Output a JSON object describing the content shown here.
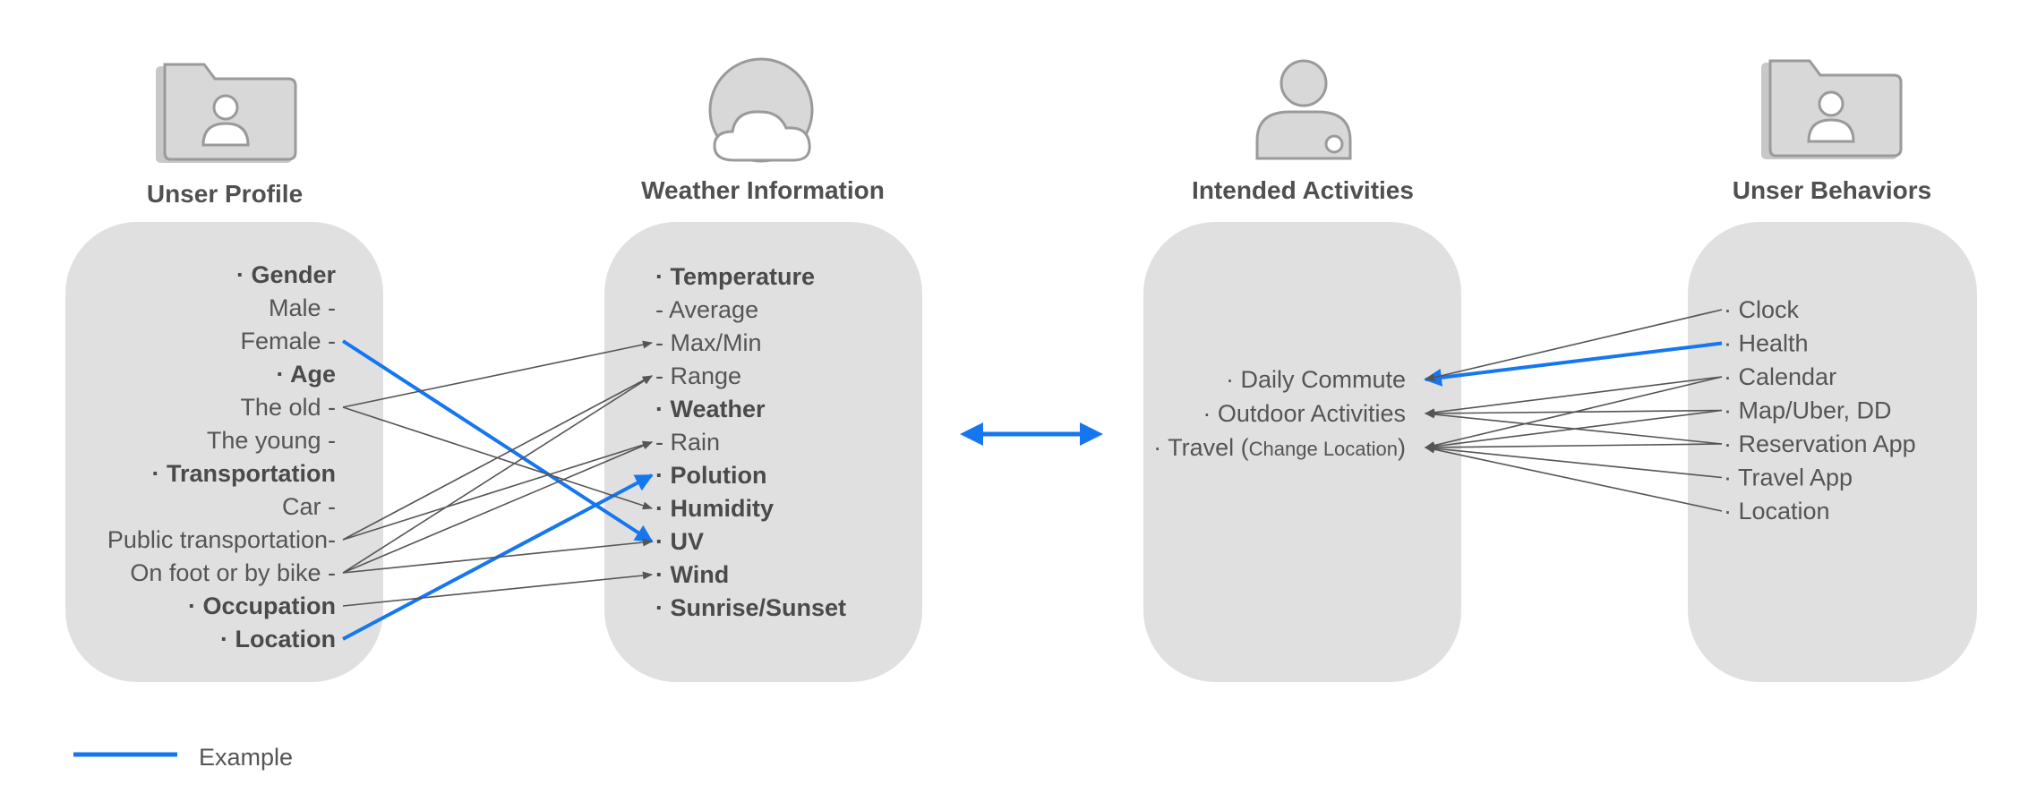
{
  "columns": [
    {
      "id": "user-profile",
      "title": "Unser Profile",
      "icon": "folder-user-icon",
      "items": [
        {
          "id": "gender",
          "text": "· Gender",
          "bold": true
        },
        {
          "id": "male",
          "text": "Male -",
          "bold": false
        },
        {
          "id": "female",
          "text": "Female -",
          "bold": false
        },
        {
          "id": "age",
          "text": "· Age",
          "bold": true
        },
        {
          "id": "old",
          "text": "The old -",
          "bold": false
        },
        {
          "id": "young",
          "text": "The young -",
          "bold": false
        },
        {
          "id": "transportation",
          "text": "· Transportation",
          "bold": true
        },
        {
          "id": "car",
          "text": "Car -",
          "bold": false
        },
        {
          "id": "public",
          "text": "Public transportation-",
          "bold": false
        },
        {
          "id": "foot",
          "text": "On foot or by bike -",
          "bold": false
        },
        {
          "id": "occupation",
          "text": "· Occupation",
          "bold": true
        },
        {
          "id": "location",
          "text": "· Location",
          "bold": true
        }
      ]
    },
    {
      "id": "weather-information",
      "title": "Weather Information",
      "icon": "cloud-sun-icon",
      "items": [
        {
          "id": "temperature",
          "text": "· Temperature",
          "bold": true
        },
        {
          "id": "average",
          "text": "- Average",
          "bold": false
        },
        {
          "id": "maxmin",
          "text": "- Max/Min",
          "bold": false
        },
        {
          "id": "range",
          "text": "- Range",
          "bold": false
        },
        {
          "id": "weather",
          "text": "· Weather",
          "bold": true
        },
        {
          "id": "rain",
          "text": "- Rain",
          "bold": false
        },
        {
          "id": "polution",
          "text": "· Polution",
          "bold": true
        },
        {
          "id": "humidity",
          "text": "· Humidity",
          "bold": true
        },
        {
          "id": "uv",
          "text": "· UV",
          "bold": true
        },
        {
          "id": "wind",
          "text": "· Wind",
          "bold": true
        },
        {
          "id": "sunrise",
          "text": "· Sunrise/Sunset",
          "bold": true
        }
      ]
    },
    {
      "id": "intended-activities",
      "title": "Intended Activities",
      "icon": "person-icon",
      "items": [
        {
          "id": "commute",
          "text": "· Daily Commute"
        },
        {
          "id": "outdoor",
          "text": "· Outdoor Activities"
        },
        {
          "id": "travel",
          "text": "· Travel (",
          "extra": "Change Location",
          "suffix": ")"
        }
      ]
    },
    {
      "id": "user-behaviors",
      "title": "Unser Behaviors",
      "icon": "folder-user-icon",
      "items": [
        {
          "id": "clock",
          "text": "· Clock"
        },
        {
          "id": "health",
          "text": "· Health"
        },
        {
          "id": "calendar",
          "text": "· Calendar"
        },
        {
          "id": "map",
          "text": "· Map/Uber, DD"
        },
        {
          "id": "reservation",
          "text": "· Reservation App"
        },
        {
          "id": "travelapp",
          "text": "· Travel App"
        },
        {
          "id": "location2",
          "text": "· Location"
        }
      ]
    }
  ],
  "connections": [
    {
      "from": "female",
      "to": "uv",
      "highlight": true
    },
    {
      "from": "location",
      "to": "polution",
      "highlight": true
    },
    {
      "from": "old",
      "to": "maxmin",
      "highlight": false
    },
    {
      "from": "old",
      "to": "humidity",
      "highlight": false
    },
    {
      "from": "public",
      "to": "range",
      "highlight": false
    },
    {
      "from": "public",
      "to": "rain",
      "highlight": false
    },
    {
      "from": "foot",
      "to": "range",
      "highlight": false
    },
    {
      "from": "foot",
      "to": "rain",
      "highlight": false
    },
    {
      "from": "foot",
      "to": "uv",
      "highlight": false
    },
    {
      "from": "occupation",
      "to": "wind",
      "highlight": false
    },
    {
      "from": "health",
      "to": "commute",
      "highlight": true
    },
    {
      "from": "clock",
      "to": "commute",
      "highlight": false
    },
    {
      "from": "calendar",
      "to": "outdoor",
      "highlight": false
    },
    {
      "from": "calendar",
      "to": "travel",
      "highlight": false
    },
    {
      "from": "map",
      "to": "outdoor",
      "highlight": false
    },
    {
      "from": "map",
      "to": "travel",
      "highlight": false
    },
    {
      "from": "reservation",
      "to": "outdoor",
      "highlight": false
    },
    {
      "from": "reservation",
      "to": "travel",
      "highlight": false
    },
    {
      "from": "travelapp",
      "to": "travel",
      "highlight": false
    },
    {
      "from": "location2",
      "to": "travel",
      "highlight": false
    }
  ],
  "center_link": {
    "type": "bidirectional"
  },
  "legend": {
    "label": "Example"
  },
  "colors": {
    "panel": "#e0e0e0",
    "highlight": "#1577f0",
    "line": "#555555",
    "icon": "#d8d8d8",
    "icon_stroke": "#9a9a9a"
  }
}
